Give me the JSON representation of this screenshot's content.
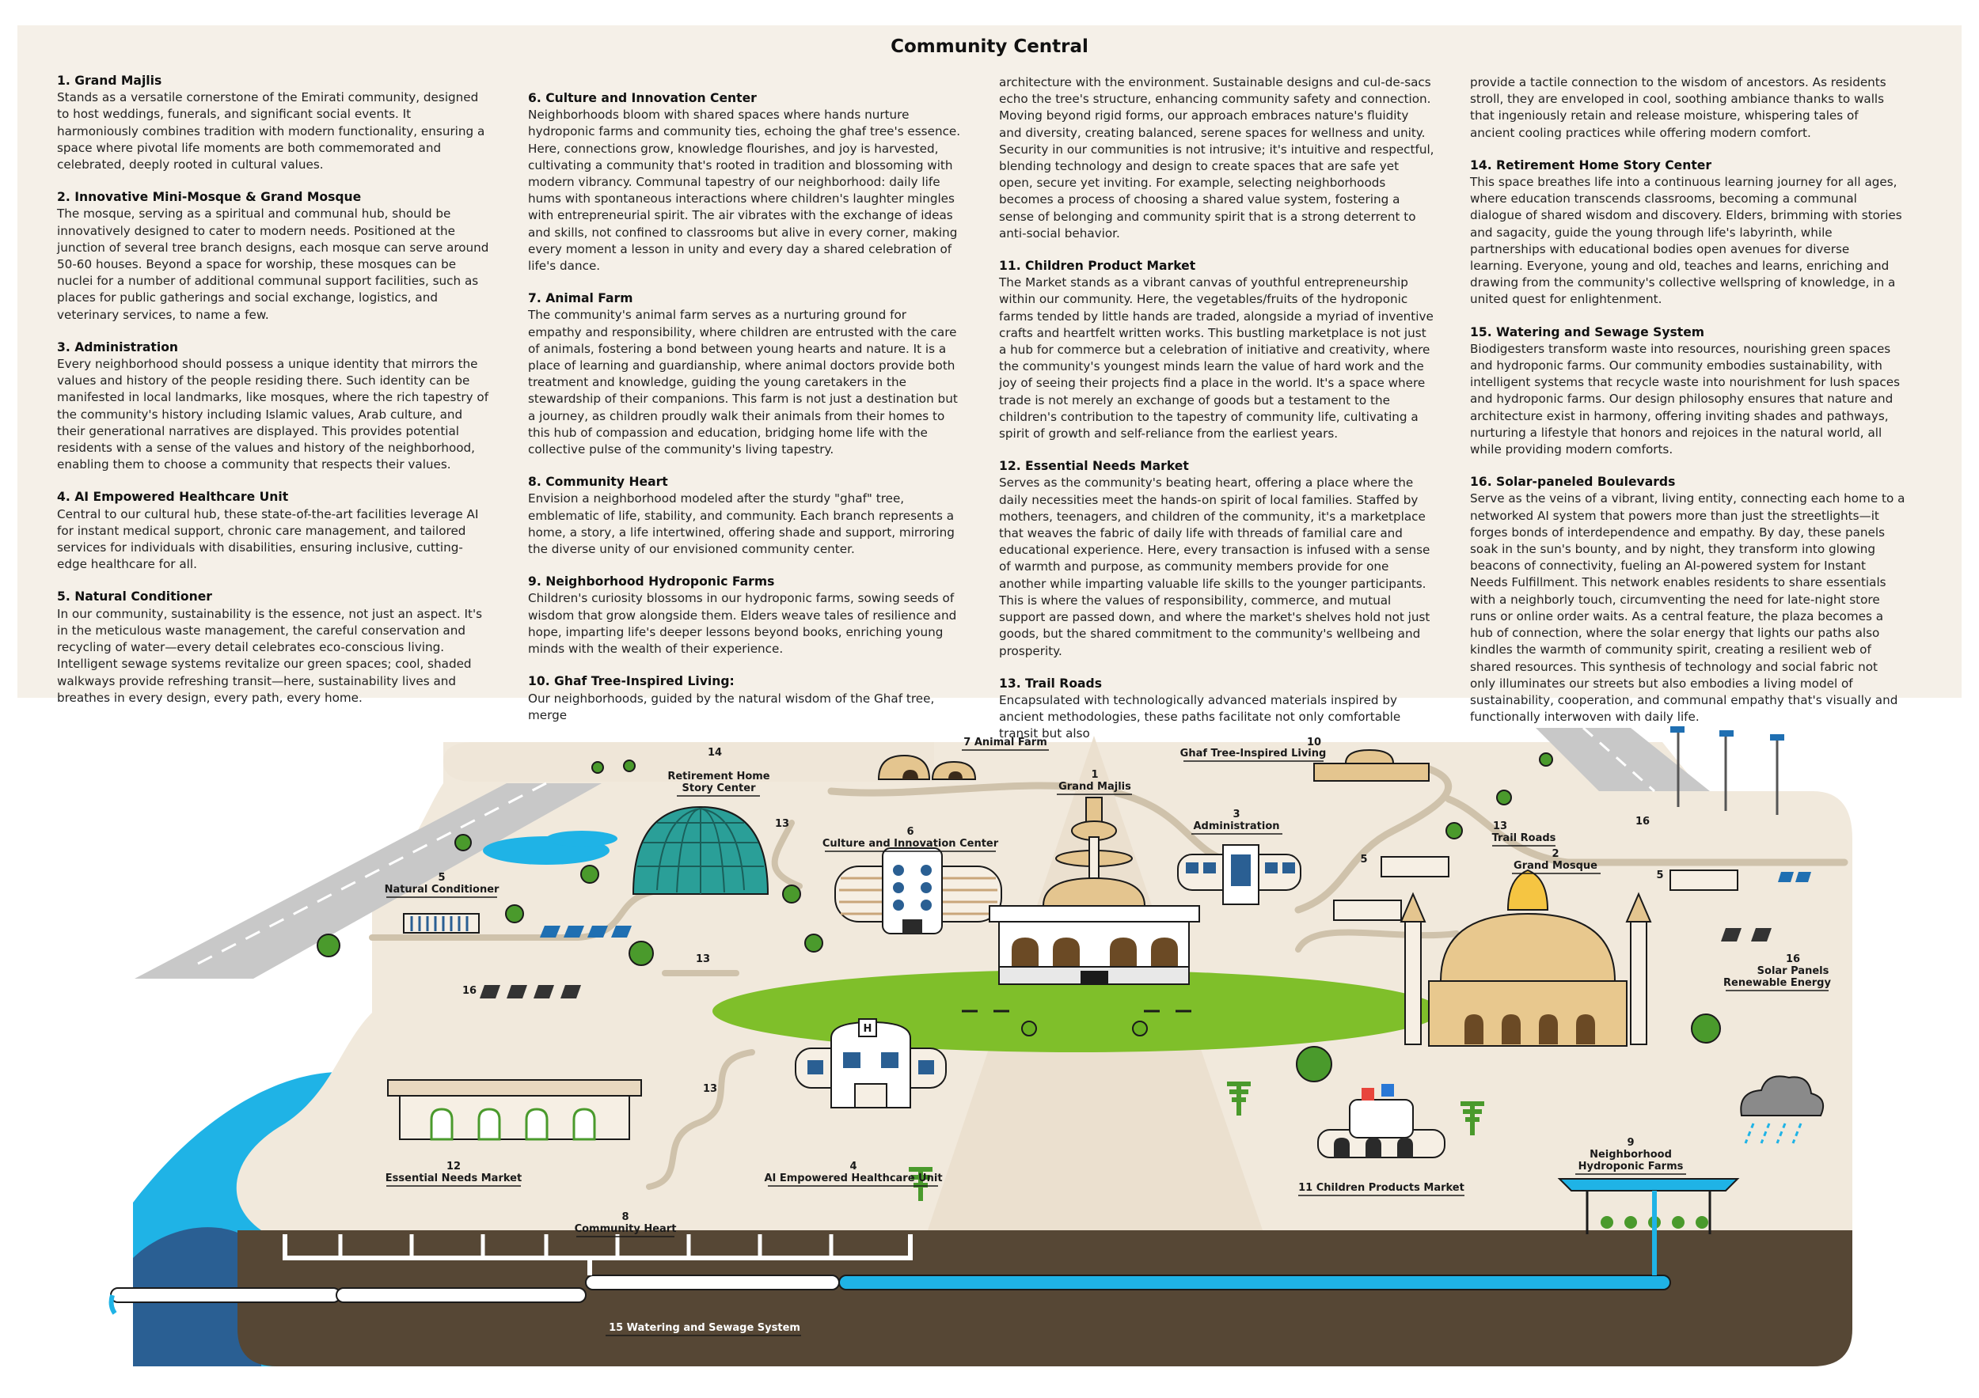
{
  "title": "Community Central",
  "columns": [
    [
      {
        "head": "1. Grand Majlis",
        "body": "Stands as a versatile cornerstone of the Emirati community, designed to host weddings, funerals, and significant social events. It harmoniously combines tradition with modern functionality, ensuring a space where pivotal life moments are both commemorated and celebrated, deeply rooted in cultural values."
      },
      {
        "head": "2. Innovative Mini-Mosque & Grand Mosque",
        "body": "The mosque, serving as a spiritual and communal hub, should be innovatively designed to cater to modern needs. Positioned at the junction of several tree branch designs, each mosque can serve around 50-60 houses. Beyond a space for worship, these mosques can be nuclei for a number of additional communal support facilities, such as places for public gatherings and social exchange, logistics, and veterinary services, to name a few."
      },
      {
        "head": "3. Administration",
        "body": "Every neighborhood should possess a unique identity that mirrors the values and history of the people residing there. Such identity can be manifested in local landmarks, like mosques, where the rich tapestry of the community's history including Islamic values, Arab culture, and their generational narratives are displayed. This provides potential residents with a sense of the values and history of the neighborhood, enabling them to choose a community that respects their values."
      },
      {
        "head": "4. AI Empowered Healthcare Unit",
        "body": "Central to our cultural hub, these state-of-the-art facilities leverage AI for instant medical support, chronic care management, and tailored services for individuals with disabilities, ensuring inclusive, cutting-edge healthcare for all."
      },
      {
        "head": "5. Natural Conditioner",
        "body": "In our community, sustainability is the essence, not just an aspect. It's in the meticulous waste management, the careful conservation and recycling of water—every detail celebrates eco-conscious living. Intelligent sewage systems revitalize our green spaces; cool, shaded walkways provide refreshing transit—here, sustainability lives and breathes in every design, every path, every home."
      }
    ],
    [
      {
        "head": "6. Culture and Innovation Center",
        "body": "Neighborhoods bloom with shared spaces where hands nurture hydroponic farms and community ties, echoing the ghaf tree's essence. Here, connections grow, knowledge flourishes, and joy is harvested, cultivating a community that's rooted in tradition and blossoming with modern vibrancy. Communal tapestry of our neighborhood: daily life hums with spontaneous interactions where children's laughter mingles with entrepreneurial spirit. The air vibrates with the exchange of ideas and skills, not confined to classrooms but alive in every corner, making every moment a lesson in unity and every day a shared celebration of life's dance."
      },
      {
        "head": "7. Animal Farm",
        "body": "The community's animal farm serves as a nurturing ground for empathy and responsibility, where children are entrusted with the care of animals, fostering a bond between young hearts and nature. It is a place of learning and guardianship, where animal doctors provide both treatment and knowledge, guiding the young caretakers in the stewardship of their companions. This farm is not just a destination but a journey, as children proudly walk their animals from their homes to this hub of compassion and education, bridging home life with the collective pulse of the community's living tapestry."
      },
      {
        "head": "8. Community Heart",
        "body": "Envision a neighborhood modeled after the sturdy \"ghaf\" tree, emblematic of life, stability, and community. Each branch represents a home, a story, a life intertwined, offering shade and support, mirroring the diverse unity of our envisioned community center."
      },
      {
        "head": "9. Neighborhood Hydroponic Farms",
        "body": "Children's curiosity blossoms in our hydroponic farms, sowing seeds of wisdom that grow alongside them. Elders weave tales of resilience and hope, imparting life's deeper lessons beyond books, enriching young minds with the wealth of their experience."
      },
      {
        "head": "10. Ghaf Tree-Inspired Living:",
        "body": "Our neighborhoods, guided by the natural wisdom of the Ghaf tree, merge"
      }
    ],
    [
      {
        "head": "",
        "body": "architecture with the environment. Sustainable designs and cul-de-sacs echo the tree's structure, enhancing community safety and connection. Moving beyond rigid forms, our approach embraces nature's fluidity and diversity, creating balanced, serene spaces for wellness and unity. Security in our communities is not intrusive; it's intuitive and respectful, blending technology and design to create spaces that are safe yet open, secure yet inviting. For example, selecting neighborhoods becomes a process of choosing a shared value system, fostering a sense of belonging and community spirit that is a strong deterrent to anti-social behavior."
      },
      {
        "head": "11. Children Product Market",
        "body": "The Market stands as a vibrant canvas of youthful entrepreneurship within our community. Here, the vegetables/fruits of the hydroponic farms tended by little hands are traded, alongside a myriad of inventive crafts and heartfelt written works. This bustling marketplace is not just a hub for commerce but a celebration of initiative and creativity, where the community's youngest minds learn the value of hard work and the joy of seeing their projects find a place in the world. It's a space where trade is not merely an exchange of goods but a testament to the children's contribution to the tapestry of community life, cultivating a spirit of growth and self-reliance from the earliest years."
      },
      {
        "head": "12. Essential Needs Market",
        "body": "Serves as the community's beating heart, offering a place where the daily necessities meet the hands-on spirit of local families. Staffed by mothers, teenagers, and children of the community, it's a marketplace that weaves the fabric of daily life with threads of familial care and educational experience. Here, every transaction is infused with a sense of warmth and purpose, as community members provide for one another while imparting valuable life skills to the younger participants. This is where the values of responsibility, commerce, and mutual support are passed down, and where the market's shelves hold not just goods, but the shared commitment to the community's wellbeing and prosperity."
      },
      {
        "head": "13. Trail Roads",
        "body": "Encapsulated with technologically advanced materials inspired by ancient methodologies, these paths facilitate not only comfortable transit but also"
      }
    ],
    [
      {
        "head": "",
        "body": "provide a tactile connection to the wisdom of ancestors. As residents stroll, they are enveloped in cool, soothing ambiance thanks to walls that ingeniously retain and release moisture, whispering tales of ancient cooling practices while offering modern comfort."
      },
      {
        "head": "14. Retirement Home Story Center",
        "body": "This space breathes life into a continuous learning journey for all ages, where education transcends classrooms, becoming a communal dialogue of shared wisdom and discovery. Elders, brimming with stories and sagacity, guide the young through life's labyrinth, while partnerships with educational bodies open avenues for diverse learning. Everyone, young and old, teaches and learns, enriching and drawing from the community's collective wellspring of knowledge, in a united quest for enlightenment."
      },
      {
        "head": "15. Watering and Sewage System",
        "body": "Biodigesters transform waste into resources, nourishing green spaces and hydroponic farms. Our community embodies sustainability, with intelligent systems that recycle waste into nourishment for lush spaces and hydroponic farms. Our design philosophy ensures that nature and architecture exist in harmony, offering inviting shades and pathways, nurturing a lifestyle that honors and rejoices in the natural world, all while providing modern comforts."
      },
      {
        "head": "16. Solar-paneled Boulevards",
        "body": "Serve as the veins of a vibrant, living entity, connecting each home to a networked AI system that powers more than just the streetlights—it forges bonds of interdependence and empathy. By day, these panels soak in the sun's bounty, and by night, they transform into glowing beacons of connectivity, fueling an AI-powered system for Instant Needs Fulfillment. This network enables residents to share essentials with a neighborly touch, circumventing the need for late-night store runs or online order waits. As a central feature, the plaza becomes a hub of connection, where the solar energy that lights our paths also kindles the warmth of community spirit, creating a resilient web of shared resources. This synthesis of technology and social fabric not only illuminates our streets but also embodies a living model of sustainability, cooperation, and communal empathy that's visually and functionally interwoven with daily life."
      }
    ]
  ],
  "labels": {
    "l14_num": "14",
    "l14_a": "Retirement Home",
    "l14_b": "Story Center",
    "l7": "7 Animal Farm",
    "l1_num": "1",
    "l1": "Grand Majlis",
    "l10_num": "10",
    "l10": "Ghaf Tree-Inspired Living",
    "l3_num": "3",
    "l3": "Administration",
    "l6_num": "6",
    "l6": "Culture and Innovation Center",
    "l5_num": "5",
    "l5": "Natural Conditioner",
    "l13_num": "13",
    "l13": "Trail Roads",
    "l2_num": "2",
    "l2": "Grand Mosque",
    "l16_num": "16",
    "l16_a": "Solar Panels",
    "l16_b": "Renewable Energy",
    "l12_num": "12",
    "l12": "Essential Needs Market",
    "l4_num": "4",
    "l4": "AI Empowered Healthcare Unit",
    "l8_num": "8",
    "l8": "Community Heart",
    "l9_num": "9",
    "l9_a": "Neighborhood",
    "l9_b": "Hydroponic Farms",
    "l11": "11  Children Products Market",
    "l15": "15  Watering and Sewage System",
    "n13": "13",
    "n16": "16",
    "n5": "5",
    "hospital_h": "H"
  },
  "colors": {
    "panel": "#f5f0e8",
    "ground": "#f1e9dc",
    "soil": "#564735",
    "water": "#2a5f93",
    "pipe_blue": "#1fb3e6",
    "lawn": "#7fbf2a",
    "dome_teal": "#2a9f98",
    "tree": "#4a9a2c",
    "road": "#c8c8c8"
  },
  "icons": [
    "tree-icon",
    "solar-panel-icon",
    "camel-icon",
    "street-lamp-icon",
    "cloud-icon",
    "pond-icon",
    "dome-icon",
    "mosque-icon",
    "hospital-icon"
  ]
}
